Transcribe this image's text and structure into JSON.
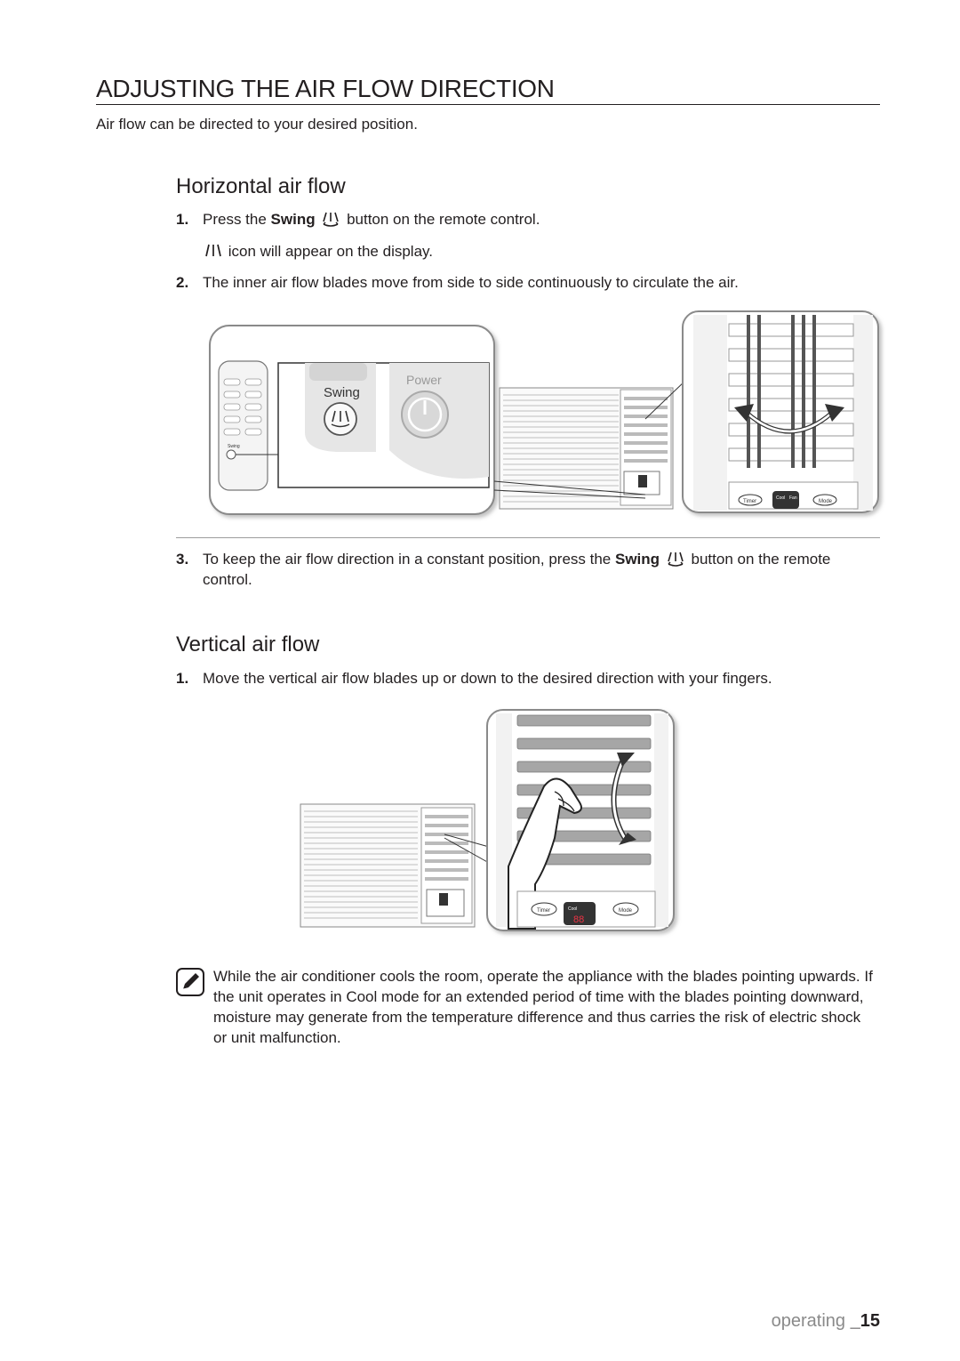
{
  "header": {
    "title": "ADJUSTING THE AIR FLOW DIRECTION",
    "intro": "Air flow can be directed to your desired position."
  },
  "horizontal": {
    "heading": "Horizontal air flow",
    "step1_num": "1.",
    "step1_pre": "Press the ",
    "step1_bold": "Swing",
    "step1_post": " button on the remote control.",
    "step1_sub": " icon will appear on the display.",
    "step2_num": "2.",
    "step2_text": "The inner air flow blades move from side to side continuously to circulate the air.",
    "step3_num": "3.",
    "step3_pre": "To keep the air flow direction in a constant position, press the ",
    "step3_bold": "Swing",
    "step3_post": " button on the remote control.",
    "figure": {
      "swing_label": "Swing",
      "power_label": "Power",
      "remote_swing_label": "Swing",
      "timer_label": "Timer",
      "cool_label": "Cool",
      "fan_label": "Fan",
      "mode_label": "Mode"
    }
  },
  "vertical": {
    "heading": "Vertical air flow",
    "step1_num": "1.",
    "step1_text": "Move the vertical air flow blades up or down to the desired direction with your fingers.",
    "figure": {
      "timer_label": "Timer",
      "cool_label": "Cool",
      "mode_label": "Mode",
      "display_value": "88"
    }
  },
  "note": {
    "icon": "note-pencil-icon",
    "text": "While the air conditioner cools the room, operate the appliance with the blades pointing upwards. If the unit operates in Cool mode for an extended period of time with the blades pointing downward, moisture may generate from the temperature difference and thus carries the risk of electric shock or unit malfunction."
  },
  "footer": {
    "section": "operating ",
    "page": "_15"
  },
  "icons": {
    "swing": "swing-icon",
    "power": "power-icon"
  }
}
